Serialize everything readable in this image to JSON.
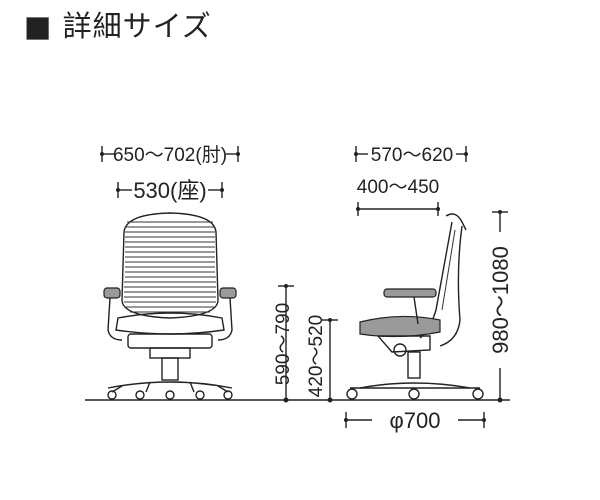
{
  "header": {
    "bullet": "■",
    "title": "詳細サイズ"
  },
  "dimensions": {
    "armrest_width": "650～702(肘)",
    "seat_width": "530(座)",
    "seat_height": "420～520",
    "arm_height": "590～790",
    "depth": "570～620",
    "seat_depth": "400～450",
    "total_height": "980～1080",
    "base_diameter": "φ700"
  },
  "colors": {
    "line": "#222222",
    "mesh": "#333333",
    "seat_fill": "#9a9a9a"
  }
}
